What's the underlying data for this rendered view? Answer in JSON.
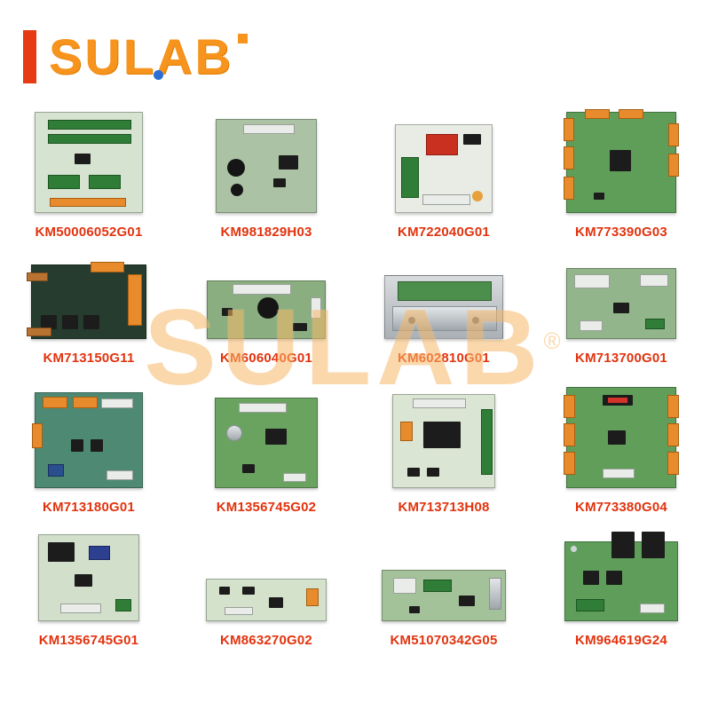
{
  "logo": {
    "text": "SULAB"
  },
  "watermark": {
    "text": "SULAB",
    "registered": "®"
  },
  "colors": {
    "label_red": "#e2330e",
    "logo_orange": "#f7941d",
    "logo_bar_red": "#e63a12",
    "watermark_orange": "#f7b96a"
  },
  "products": [
    {
      "label": "KM50006052G01"
    },
    {
      "label": "KM981829H03"
    },
    {
      "label": "KM722040G01"
    },
    {
      "label": "KM773390G03"
    },
    {
      "label": "KM713150G11"
    },
    {
      "label": "KM606040G01"
    },
    {
      "label": "KM602810G01"
    },
    {
      "label": "KM713700G01"
    },
    {
      "label": "KM713180G01"
    },
    {
      "label": "KM1356745G02"
    },
    {
      "label": "KM713713H08"
    },
    {
      "label": "KM773380G04"
    },
    {
      "label": "KM1356745G01"
    },
    {
      "label": "KM863270G02"
    },
    {
      "label": "KM51070342G05"
    },
    {
      "label": "KM964619G24"
    }
  ]
}
